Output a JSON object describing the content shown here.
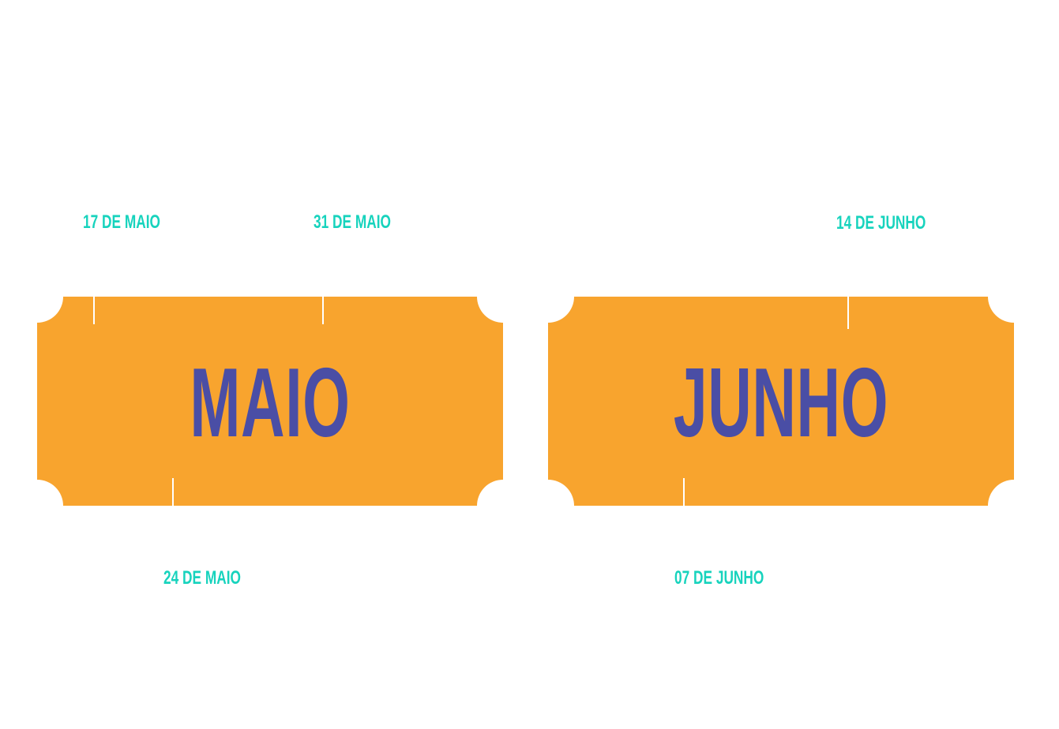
{
  "colors": {
    "ticket_fill": "#F8A42E",
    "month_text": "#4A4EA5",
    "date_text": "#17D3BD",
    "background": "#FFFFFF"
  },
  "months": [
    {
      "label": "MAIO"
    },
    {
      "label": "JUNHO"
    }
  ],
  "dates": [
    {
      "label": "17 DE MAIO",
      "month": "maio",
      "side": "top"
    },
    {
      "label": "24 DE MAIO",
      "month": "maio",
      "side": "bottom"
    },
    {
      "label": "31 DE MAIO",
      "month": "maio",
      "side": "top"
    },
    {
      "label": "07 DE JUNHO",
      "month": "junho",
      "side": "bottom"
    },
    {
      "label": "14 DE JUNHO",
      "month": "junho",
      "side": "top"
    }
  ]
}
